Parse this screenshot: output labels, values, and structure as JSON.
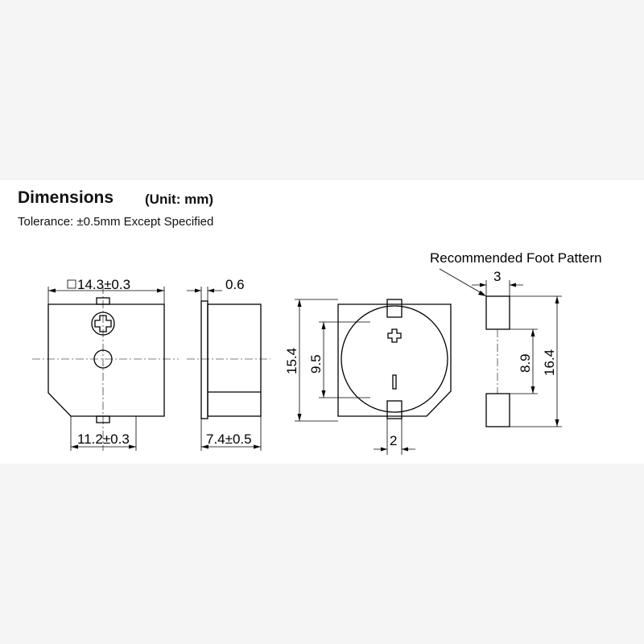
{
  "header": {
    "title": "Dimensions",
    "unit": "(Unit: mm)",
    "tolerance": "Tolerance: ±0.5mm Except Specified"
  },
  "labels": {
    "foot_pattern": "Recommended Foot Pattern"
  },
  "dimensions": {
    "top_width": "14.3±0.3",
    "bottom_width": "11.2±0.3",
    "side_thickness": "0.6",
    "side_depth": "7.4±0.5",
    "back_height": "15.4",
    "back_inner": "9.5",
    "back_tab": "2",
    "pad_width": "3",
    "pad_gap": "8.9",
    "pad_total": "16.4"
  }
}
